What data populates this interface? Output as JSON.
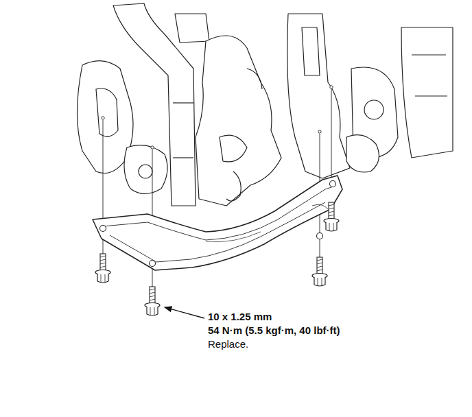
{
  "diagram": {
    "labels": [
      "10 x 1.25 mm",
      "54 N·m (5.5 kgf·m, 40 lbf·ft)",
      "Replace."
    ]
  }
}
